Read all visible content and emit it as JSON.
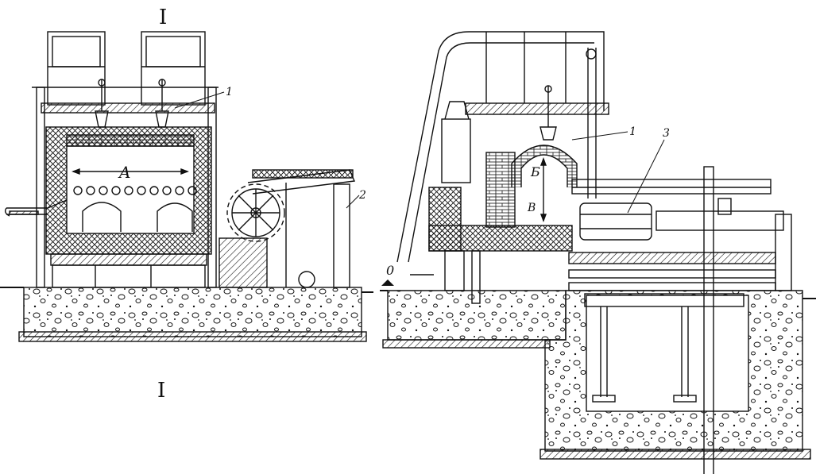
{
  "labels": {
    "section_top": "I",
    "section_bottom": "I",
    "left_1": "1",
    "left_2": "2",
    "left_A": "A",
    "right_1": "1",
    "right_3": "3",
    "right_B": "Б",
    "right_V": "В",
    "right_0": "0"
  },
  "colors": {
    "ink": "#111111",
    "paper": "#ffffff"
  }
}
